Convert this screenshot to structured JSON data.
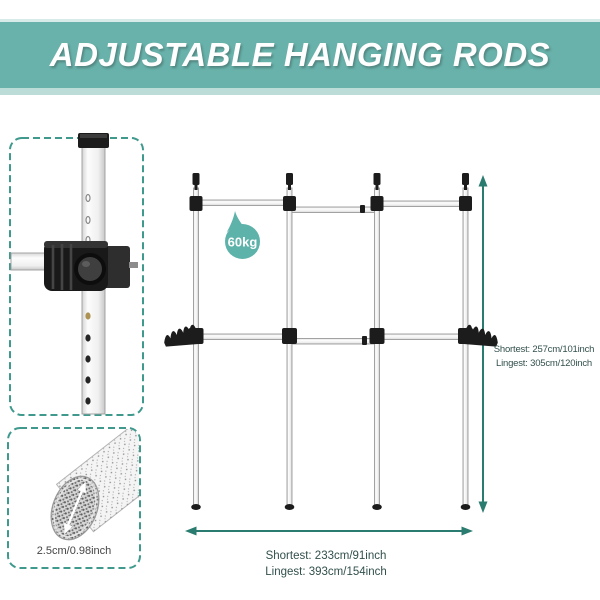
{
  "banner": {
    "title": "ADJUSTABLE HANGING RODS"
  },
  "badge": {
    "label": "60kg"
  },
  "insets": {
    "diameter_label": "2.5cm/0.98inch"
  },
  "dimensions": {
    "vertical": {
      "shortest": "Shortest: 257cm/101inch",
      "longest": "Lingest: 305cm/120inch"
    },
    "horizontal": {
      "shortest": "Shortest: 233cm/91inch",
      "longest": "Lingest: 393cm/154inch"
    }
  },
  "colors": {
    "banner": "#68b2ab",
    "banner_strip": "#bcdcd8",
    "badge": "#5db2aa",
    "dashed": "#3f998d",
    "arrow": "#2b7c70",
    "label": "#32504c",
    "black": "#1c1c1c",
    "pole_stroke": "#9b9b9b",
    "detail_label": "#454545"
  }
}
